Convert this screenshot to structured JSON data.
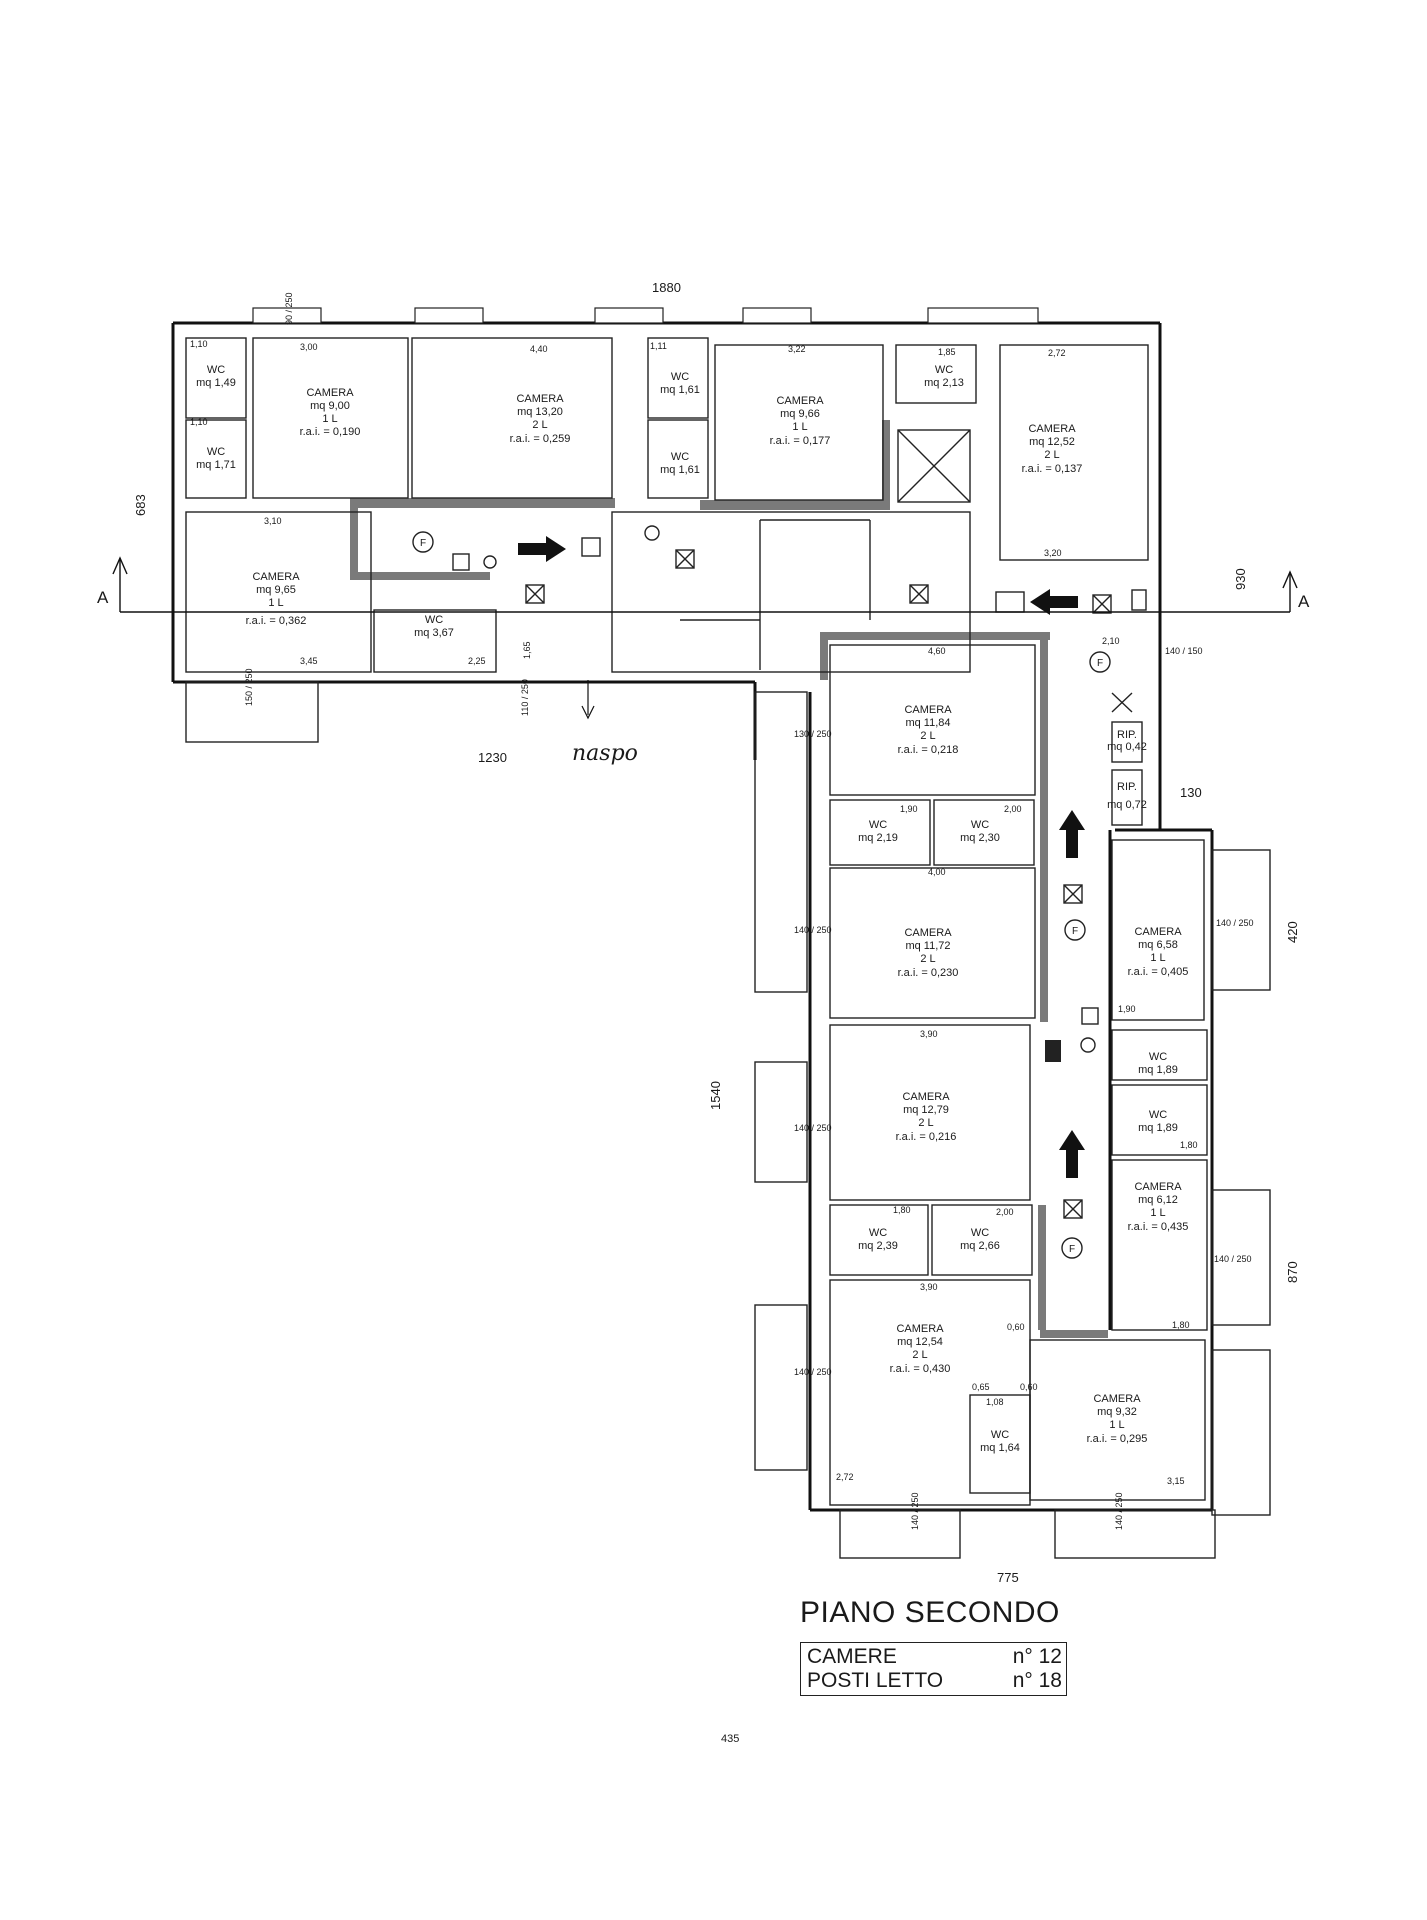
{
  "dimensions": {
    "overall_top": "1880",
    "left_depth": "683",
    "right_depth": "930",
    "left_wing_bottom": "1230",
    "east_wing_length": "1540",
    "east_wing_upper": "130",
    "east_wing_mid": "420",
    "east_wing_lower": "870",
    "east_wing_bottom": "775"
  },
  "section_marker": "A",
  "handwritten_note": "naspo",
  "rooms": [
    {
      "name": "WC",
      "area": "mq 1,49"
    },
    {
      "name": "WC",
      "area": "mq 1,71"
    },
    {
      "name": "CAMERA",
      "area": "mq 9,00",
      "beds": "1 L",
      "ral": "r.a.i. = 0,190"
    },
    {
      "name": "CAMERA",
      "area": "mq 13,20",
      "beds": "2 L",
      "ral": "r.a.i. = 0,259"
    },
    {
      "name": "WC",
      "area": "mq 1,61"
    },
    {
      "name": "WC",
      "area": "mq 1,61"
    },
    {
      "name": "CAMERA",
      "area": "mq 9,66",
      "beds": "1 L",
      "ral": "r.a.i. = 0,177"
    },
    {
      "name": "WC",
      "area": "mq 2,13"
    },
    {
      "name": "CAMERA",
      "area": "mq 12,52",
      "beds": "2 L",
      "ral": "r.a.i. = 0,137"
    },
    {
      "name": "CAMERA",
      "area": "mq 9,65",
      "beds": "1 L",
      "ral": "r.a.i. = 0,362"
    },
    {
      "name": "WC",
      "area": "mq 3,67"
    },
    {
      "name": "CAMERA",
      "area": "mq 11,84",
      "beds": "2 L",
      "ral": "r.a.i. = 0,218"
    },
    {
      "name": "WC",
      "area": "mq 2,19"
    },
    {
      "name": "WC",
      "area": "mq 2,30"
    },
    {
      "name": "CAMERA",
      "area": "mq 11,72",
      "beds": "2 L",
      "ral": "r.a.i. = 0,230"
    },
    {
      "name": "CAMERA",
      "area": "mq 12,79",
      "beds": "2 L",
      "ral": "r.a.i. = 0,216"
    },
    {
      "name": "WC",
      "area": "mq 2,39"
    },
    {
      "name": "WC",
      "area": "mq 2,66"
    },
    {
      "name": "CAMERA",
      "area": "mq 12,54",
      "beds": "2 L",
      "ral": "r.a.i. = 0,430"
    },
    {
      "name": "WC",
      "area": "mq 1,64"
    },
    {
      "name": "CAMERA",
      "area": "mq 9,32",
      "beds": "1 L",
      "ral": "r.a.i. = 0,295"
    },
    {
      "name": "RIP.",
      "area": "mq 0,42"
    },
    {
      "name": "RIP.",
      "area": "mq 0,72"
    },
    {
      "name": "CAMERA",
      "area": "mq 6,58",
      "beds": "1 L",
      "ral": "r.a.i. = 0,405"
    },
    {
      "name": "WC",
      "area": "mq 1,89"
    },
    {
      "name": "WC",
      "area": "mq 1,89"
    },
    {
      "name": "CAMERA",
      "area": "mq 6,12",
      "beds": "1 L",
      "ral": "r.a.i. = 0,435"
    }
  ],
  "wall_dims": [
    "3,00",
    "4,40",
    "3,22",
    "2,72",
    "3,10",
    "3,45",
    "2,25",
    "4,60",
    "4,00",
    "3,90",
    "3,90",
    "2,72",
    "3,15",
    "3,20",
    "1,90",
    "2,00",
    "1,80",
    "2,00",
    "1,90",
    "1,80",
    "1,80",
    "1,10",
    "1,11",
    "1,85",
    "1,10",
    "1,65",
    "0,65",
    "0,60",
    "0,60",
    "1,08",
    "2,10"
  ],
  "window_dims": [
    "150 / 250",
    "110 / 250",
    "130 / 250",
    "140 / 250",
    "140 / 250",
    "140 / 250",
    "140 / 250",
    "140 / 250",
    "140 / 250",
    "140 / 150",
    "90 / 250",
    "140 / 250"
  ],
  "title": "PIANO SECONDO",
  "summary": [
    {
      "label": "CAMERE",
      "value": "n° 12"
    },
    {
      "label": "POSTI LETTO",
      "value": "n° 18"
    }
  ],
  "page_number": "435"
}
